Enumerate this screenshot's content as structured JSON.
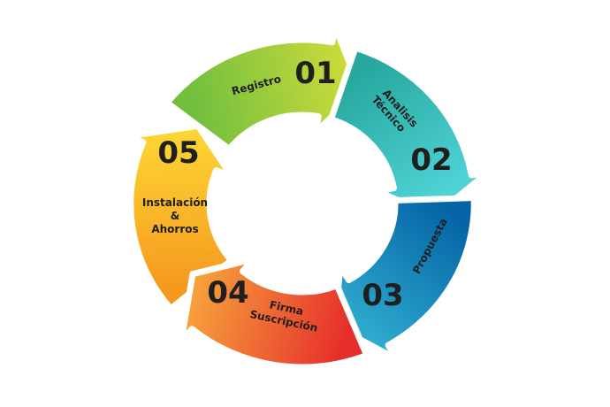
{
  "steps": [
    {
      "number": "01",
      "label_lines": [
        "Registro"
      ],
      "colors": [
        "#72bf3e",
        "#cfdc3a"
      ]
    },
    {
      "number": "02",
      "label_lines": [
        "Analisis",
        "Técnico"
      ],
      "colors": [
        "#27a89f",
        "#52d6da"
      ]
    },
    {
      "number": "03",
      "label_lines": [
        "Propuesta"
      ],
      "colors": [
        "#0564a6",
        "#31b0d2"
      ]
    },
    {
      "number": "04",
      "label_lines": [
        "Firma",
        "Suscripción"
      ],
      "colors": [
        "#e62e2b",
        "#f7a53c"
      ]
    },
    {
      "number": "05",
      "label_lines": [
        "Instalación",
        "&",
        "Ahorros"
      ],
      "colors": [
        "#f69a1e",
        "#fdd835"
      ]
    }
  ]
}
